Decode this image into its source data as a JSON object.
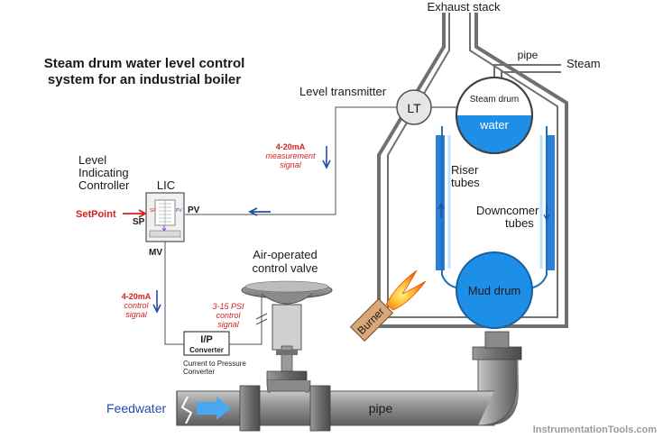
{
  "title": {
    "line1": "Steam drum water level control",
    "line2": "system for an industrial boiler"
  },
  "labels": {
    "exhaust_stack": "Exhaust stack",
    "pipe_top": "pipe",
    "steam": "Steam",
    "level_transmitter": "Level transmitter",
    "lt": "LT",
    "steam_drum": "Steam drum",
    "water": "water",
    "riser_line1": "Riser",
    "riser_line2": "tubes",
    "downcomer_line1": "Downcomer",
    "downcomer_line2": "tubes",
    "mud_drum": "Mud drum",
    "burner": "Burner",
    "lic_line1": "Level",
    "lic_line2": "Indicating",
    "lic_line3": "Controller",
    "lic": "LIC",
    "sp": "SP",
    "pv": "PV",
    "mv": "MV",
    "setpoint": "SetPoint",
    "meas_sig_line1": "4-20mA",
    "meas_sig_line2": "measurement",
    "meas_sig_line3": "signal",
    "ctrl_sig_line1": "4-20mA",
    "ctrl_sig_line2": "control",
    "ctrl_sig_line3": "signal",
    "psi_line1": "3-15 PSI",
    "psi_line2": "control",
    "psi_line3": "signal",
    "valve_line1": "Air-operated",
    "valve_line2": "control valve",
    "ip": "I/P",
    "converter": "Converter",
    "ip_desc_line1": "Current to Pressure",
    "ip_desc_line2": "Converter",
    "feedwater": "Feedwater",
    "pipe_bottom": "pipe",
    "watermark": "InstrumentationTools.com"
  },
  "colors": {
    "water_blue": "#1e8fe6",
    "tube_blue": "#2a7fd6",
    "signal_red": "#d42020",
    "arrow_blue": "#1f4fa3",
    "pipe_gray": "#8c8c8c",
    "boiler_gray": "#6e6e6e",
    "burner_tan": "#d9a878"
  }
}
